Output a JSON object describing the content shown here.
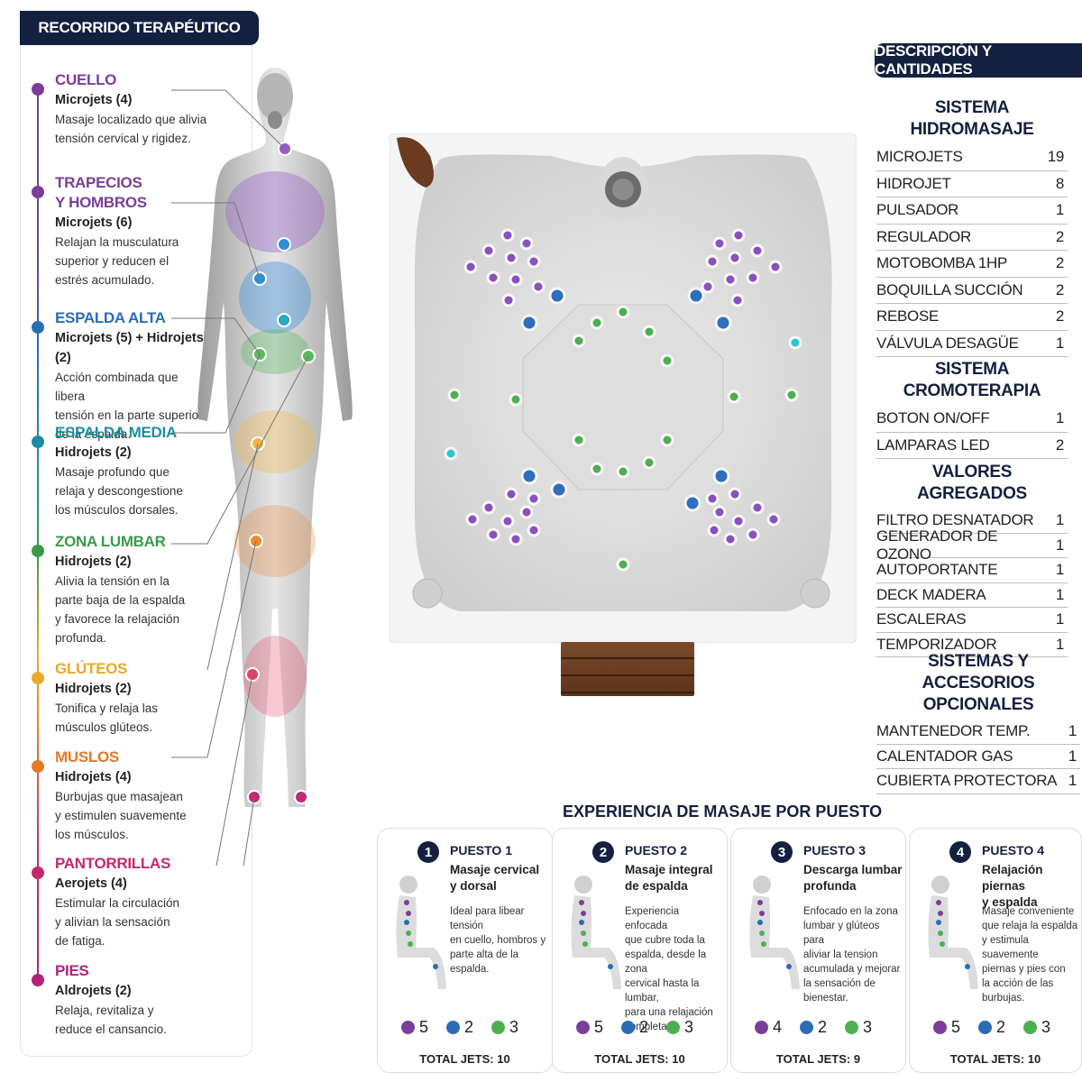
{
  "left_title": "RECORRIDO TERAPÉUTICO",
  "right_title": "DESCRIPCIÓN Y CANTIDADES",
  "zones": [
    {
      "title": "CUELLO",
      "jets": "Microjets (4)",
      "desc": "Masaje localizado que alivia\ntensión cervical y rigidez.",
      "color": "#7b3e98"
    },
    {
      "title": "TRAPECIOS\nY HOMBROS",
      "jets": "Microjets (6)",
      "desc": "Relajan la musculatura\nsuperior y reducen el\nestrés acumulado.",
      "color": "#7b3e98"
    },
    {
      "title": "ESPALDA ALTA",
      "jets": "Microjets (5) + Hidrojets (2)",
      "desc": "Acción combinada que libera\ntensión en la parte superior\nde la espalda.",
      "color": "#2a6db5"
    },
    {
      "title": "ESPALDA MEDIA",
      "jets": "Hidrojets (2)",
      "desc": "Masaje profundo que\nrelaja y descongestione\nlos músculos dorsales.",
      "color": "#1a8ea0"
    },
    {
      "title": "ZONA LUMBAR",
      "jets": "Hidrojets (2)",
      "desc": "Alivia la tensión en la\nparte baja de la espalda\ny favorece la relajación\nprofunda.",
      "color": "#3b9a4a"
    },
    {
      "title": "GLÚTEOS",
      "jets": "Hidrojets (2)",
      "desc": "Tonifica y relaja las\nmúsculos glúteos.",
      "color": "#e8a92c"
    },
    {
      "title": "MUSLOS",
      "jets": "Hidrojets (4)",
      "desc": "Burbujas que masajean\ny estimulen suavemente\nlos músculos.",
      "color": "#e07a2a"
    },
    {
      "title": "PANTORRILLAS",
      "jets": "Aerojets (4)",
      "desc": "Estimular la circulación\ny alivian la sensación\nde fatiga.",
      "color": "#c42a6a"
    },
    {
      "title": "PIES",
      "jets": "Aldrojets (2)",
      "desc": "Relaja, revitaliza y\nreduce el cansancio.",
      "color": "#b0247a"
    }
  ],
  "sections": [
    {
      "heading": "SISTEMA HIDROMASAJE",
      "items": [
        [
          "MICROJETS",
          "19"
        ],
        [
          "HIDROJET",
          "8"
        ],
        [
          "PULSADOR",
          "1"
        ],
        [
          "REGULADOR",
          "2"
        ],
        [
          "MOTOBOMBA 1HP",
          "2"
        ],
        [
          "BOQUILLA SUCCIÓN",
          "2"
        ],
        [
          "REBOSE",
          "2"
        ],
        [
          "VÁLVULA DESAGÜE",
          "1"
        ]
      ]
    },
    {
      "heading": "SISTEMA CROMOTERAPIA",
      "items": [
        [
          "BOTON ON/OFF",
          "1"
        ],
        [
          "LAMPARAS LED",
          "2"
        ]
      ]
    },
    {
      "heading": "VALORES AGREGADOS",
      "items": [
        [
          "FILTRO DESNATADOR",
          "1"
        ],
        [
          "GENERADOR DE OZONO",
          "1"
        ],
        [
          "AUTOPORTANTE",
          "1"
        ],
        [
          "DECK MADERA",
          "1"
        ],
        [
          "ESCALERAS",
          "1"
        ],
        [
          "TEMPORIZADOR",
          "1"
        ]
      ]
    },
    {
      "heading": "SISTEMAS Y\nACCESORIOS OPCIONALES",
      "items": [
        [
          "MANTENEDOR TEMP.",
          "1"
        ],
        [
          "CALENTADOR GAS",
          "1"
        ],
        [
          "CUBIERTA PROTECTORA",
          "1"
        ]
      ]
    }
  ],
  "experience_title": "EXPERIENCIA DE MASAJE POR PUESTO",
  "total_label": "TOTAL JETS:",
  "colors": {
    "purple": "#7b3e98",
    "blue": "#2a6db5",
    "green": "#4caf50",
    "navy": "#13203f"
  },
  "seats": [
    {
      "num": "1",
      "title": "PUESTO 1",
      "subtitle": "Masaje cervical\ny dorsal",
      "desc": "Ideal para libear tensión\nen cuello, hombros y\nparte alta de la espalda.",
      "purple": "5",
      "blue": "2",
      "green": "3",
      "total": "10"
    },
    {
      "num": "2",
      "title": "PUESTO 2",
      "subtitle": "Masaje integral\nde espalda",
      "desc": "Experiencia   enfocada\nque cubre toda la\nespalda, desde la zona\ncervical hasta la lumbar,\npara una relajación\ncompleta.",
      "purple": "5",
      "blue": "2",
      "green": "3",
      "total": "10"
    },
    {
      "num": "3",
      "title": "PUESTO 3",
      "subtitle": "Descarga lumbar\nprofunda",
      "desc": "Enfocado en la zona\nlumbar y glúteos para\naliviar la tension\nacumulada y mejorar\nla sensación de\nbienestar.",
      "purple": "4",
      "blue": "2",
      "green": "3",
      "total": "9"
    },
    {
      "num": "4",
      "title": "PUESTO 4",
      "subtitle": "Relajación piernas\ny espalda",
      "desc": "Masaje conveniente\nque relaja la espalda\ny estimula suavemente\npiernas y pies con\nla acción de las\nburbujas.",
      "purple": "5",
      "blue": "2",
      "green": "3",
      "total": "10"
    }
  ]
}
